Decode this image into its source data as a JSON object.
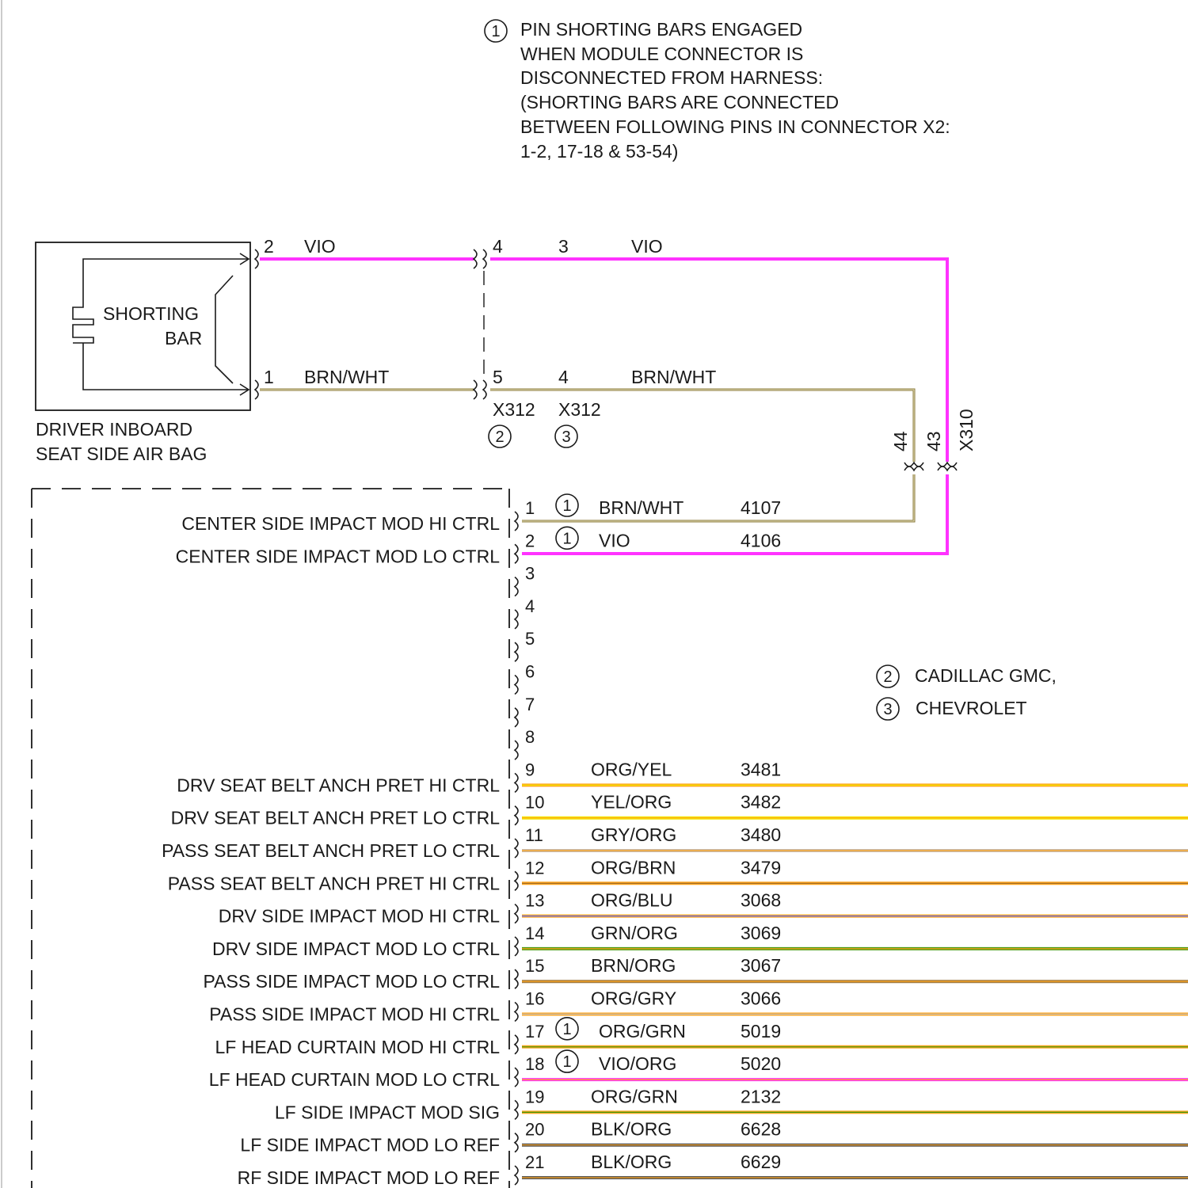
{
  "notes": {
    "note1_marker": "1",
    "note1_lines": [
      "PIN SHORTING BARS ENGAGED",
      "WHEN MODULE CONNECTOR IS",
      "DISCONNECTED FROM HARNESS:",
      "(SHORTING BARS ARE CONNECTED",
      "BETWEEN FOLLOWING PINS IN CONNECTOR X2:",
      "1-2, 17-18 & 53-54)"
    ],
    "legend": [
      {
        "marker": "2",
        "text": "CADILLAC GMC,"
      },
      {
        "marker": "3",
        "text": "CHEVROLET"
      }
    ]
  },
  "airbag": {
    "shorting_bar_lines": [
      "SHORTING",
      "BAR"
    ],
    "caption_lines": [
      "DRIVER INBOARD",
      "SEAT SIDE AIR BAG"
    ],
    "pin_vio": "2",
    "pin_brn": "1",
    "wire_vio_color": "VIO",
    "wire_brn_color": "BRN/WHT"
  },
  "x312": {
    "top_pin_a": "4",
    "top_pin_b": "3",
    "top_color": "VIO",
    "bottom_pin_a": "5",
    "bottom_pin_b": "4",
    "bottom_color": "BRN/WHT",
    "name_a": "X312",
    "name_b": "X312",
    "marker_a": "2",
    "marker_b": "3"
  },
  "x310": {
    "name": "X310",
    "pin_brn": "44",
    "pin_vio": "43"
  },
  "module_pins": [
    {
      "pin": "1",
      "label": "CENTER SIDE IMPACT MOD HI CTRL",
      "marker": "1",
      "color": "BRN/WHT",
      "circuit": "4107"
    },
    {
      "pin": "2",
      "label": "CENTER SIDE IMPACT MOD LO CTRL",
      "marker": "1",
      "color": "VIO",
      "circuit": "4106"
    },
    {
      "pin": "3",
      "label": "",
      "marker": "",
      "color": "",
      "circuit": ""
    },
    {
      "pin": "4",
      "label": "",
      "marker": "",
      "color": "",
      "circuit": ""
    },
    {
      "pin": "5",
      "label": "",
      "marker": "",
      "color": "",
      "circuit": ""
    },
    {
      "pin": "6",
      "label": "",
      "marker": "",
      "color": "",
      "circuit": ""
    },
    {
      "pin": "7",
      "label": "",
      "marker": "",
      "color": "",
      "circuit": ""
    },
    {
      "pin": "8",
      "label": "",
      "marker": "",
      "color": "",
      "circuit": ""
    },
    {
      "pin": "9",
      "label": "DRV SEAT BELT ANCH PRET HI CTRL",
      "marker": "",
      "color": "ORG/YEL",
      "circuit": "3481"
    },
    {
      "pin": "10",
      "label": "DRV SEAT BELT ANCH PRET LO CTRL",
      "marker": "",
      "color": "YEL/ORG",
      "circuit": "3482"
    },
    {
      "pin": "11",
      "label": "PASS SEAT BELT ANCH PRET LO CTRL",
      "marker": "",
      "color": "GRY/ORG",
      "circuit": "3480"
    },
    {
      "pin": "12",
      "label": "PASS SEAT BELT ANCH PRET HI CTRL",
      "marker": "",
      "color": "ORG/BRN",
      "circuit": "3479"
    },
    {
      "pin": "13",
      "label": "DRV SIDE IMPACT MOD HI CTRL",
      "marker": "",
      "color": "ORG/BLU",
      "circuit": "3068"
    },
    {
      "pin": "14",
      "label": "DRV SIDE IMPACT MOD LO CTRL",
      "marker": "",
      "color": "GRN/ORG",
      "circuit": "3069"
    },
    {
      "pin": "15",
      "label": "PASS SIDE IMPACT MOD LO CTRL",
      "marker": "",
      "color": "BRN/ORG",
      "circuit": "3067"
    },
    {
      "pin": "16",
      "label": "PASS SIDE IMPACT MOD HI CTRL",
      "marker": "",
      "color": "ORG/GRY",
      "circuit": "3066"
    },
    {
      "pin": "17",
      "label": "LF HEAD CURTAIN MOD HI CTRL",
      "marker": "1",
      "color": "ORG/GRN",
      "circuit": "5019"
    },
    {
      "pin": "18",
      "label": "LF HEAD CURTAIN MOD LO CTRL",
      "marker": "1",
      "color": "VIO/ORG",
      "circuit": "5020"
    },
    {
      "pin": "19",
      "label": "LF SIDE IMPACT MOD SIG",
      "marker": "",
      "color": "ORG/GRN",
      "circuit": "2132"
    },
    {
      "pin": "20",
      "label": "LF SIDE IMPACT MOD LO REF",
      "marker": "",
      "color": "BLK/ORG",
      "circuit": "6628"
    },
    {
      "pin": "21",
      "label": "RF SIDE IMPACT MOD LO REF",
      "marker": "",
      "color": "BLK/ORG",
      "circuit": "6629"
    }
  ],
  "wire_colors": {
    "VIO": {
      "main": "#ff33ff",
      "stripe": "#ff33ff"
    },
    "BRN/WHT": {
      "main": "#8a7a3a",
      "stripe": "#e8e2c0"
    },
    "ORG/YEL": {
      "main": "#ffa41c",
      "stripe": "#f2e600"
    },
    "YEL/ORG": {
      "main": "#f2e600",
      "stripe": "#ffa41c"
    },
    "GRY/ORG": {
      "main": "#c8b8a8",
      "stripe": "#ffa41c"
    },
    "ORG/BRN": {
      "main": "#ffa41c",
      "stripe": "#9a6a2a"
    },
    "ORG/BLU": {
      "main": "#ffa41c",
      "stripe": "#5a6aff"
    },
    "GRN/ORG": {
      "main": "#4a9a10",
      "stripe": "#ffa41c"
    },
    "BRN/ORG": {
      "main": "#a07a40",
      "stripe": "#ffa41c"
    },
    "ORG/GRY": {
      "main": "#ffa41c",
      "stripe": "#c0c0c0"
    },
    "ORG/GRN": {
      "main": "#ffa41c",
      "stripe": "#3a9a10"
    },
    "VIO/ORG": {
      "main": "#ff33ff",
      "stripe": "#ffa41c"
    },
    "BLK/ORG": {
      "main": "#555555",
      "stripe": "#ffa41c"
    }
  }
}
